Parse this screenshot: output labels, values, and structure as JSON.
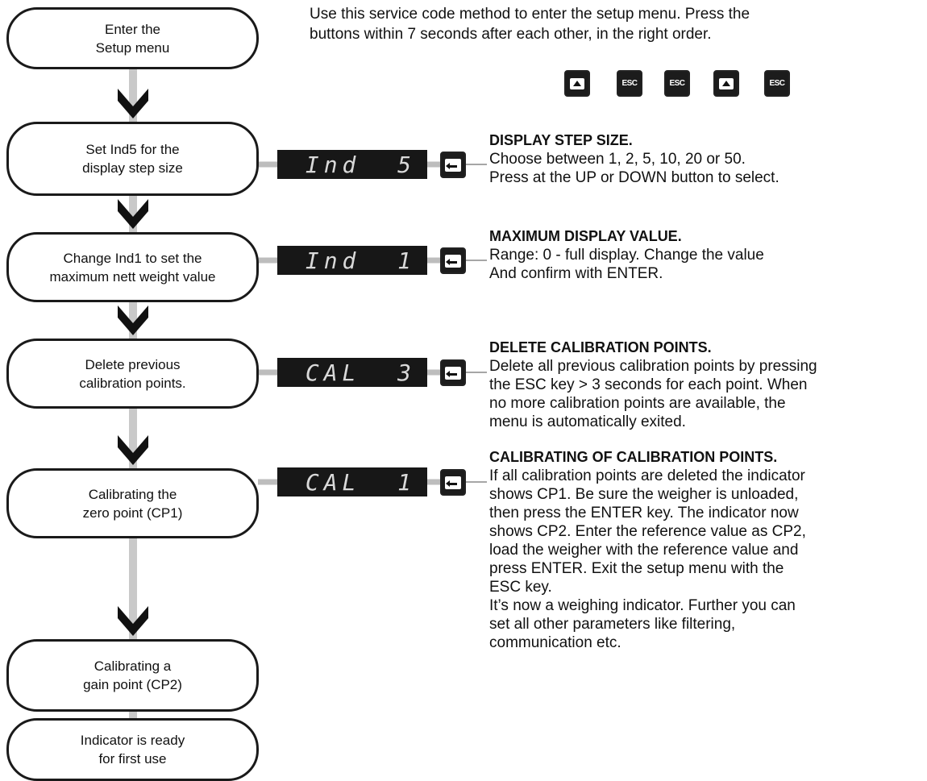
{
  "intro": "Use this service code method to enter the setup menu. Press the\nbuttons within 7 seconds after each other, in the right order.",
  "service_keys": [
    "up",
    "ESC",
    "ESC",
    "up",
    "ESC"
  ],
  "steps": [
    {
      "label": "Enter the\nSetup menu"
    },
    {
      "label": "Set Ind5 for the\ndisplay step size"
    },
    {
      "label": "Change Ind1 to set the\nmaximum nett weight value"
    },
    {
      "label": "Delete previous\ncalibration points."
    },
    {
      "label": "Calibrating the\nzero point (CP1)"
    },
    {
      "label": "Calibrating a\ngain point (CP2)"
    },
    {
      "label": "Indicator is ready\nfor first use"
    }
  ],
  "displays": [
    "Ind  5",
    "Ind  1",
    "CAL  3",
    "CAL  1"
  ],
  "descriptions": [
    {
      "title": "DISPLAY STEP SIZE.",
      "body": "Choose between 1, 2, 5, 10, 20 or 50.\nPress at the UP or DOWN button to select."
    },
    {
      "title": "MAXIMUM DISPLAY VALUE.",
      "body": "Range: 0 - full display. Change the value\nAnd confirm with ENTER."
    },
    {
      "title": "DELETE CALIBRATION POINTS.",
      "body": "Delete all previous calibration points by pressing\nthe ESC key > 3 seconds for each point. When\nno more calibration points are available, the\nmenu is automatically exited."
    },
    {
      "title": "CALIBRATING OF CALIBRATION POINTS.",
      "body": "If all calibration points are deleted the indicator\nshows CP1. Be sure the weigher is unloaded,\nthen press the ENTER key. The indicator now\nshows CP2. Enter the reference value as CP2,\nload the weigher with the reference value and\npress ENTER. Exit the setup menu with the\nESC key.\nIt’s now a weighing indicator. Further you can\nset all other parameters like filtering,\ncommunication etc."
    }
  ]
}
